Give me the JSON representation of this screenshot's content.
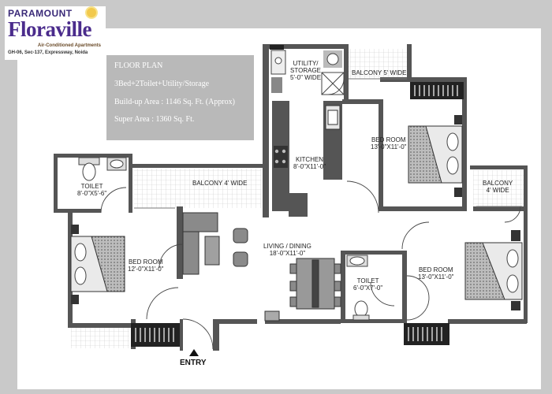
{
  "brand": {
    "name_top": "PARAMOUNT",
    "name_main": "Floraville",
    "tagline": "Air-Conditioned Apartments",
    "address": "GH-06, Sec-137, Expressway, Noida",
    "logo_icon": "sun-flower-icon"
  },
  "info": {
    "heading": "FLOOR PLAN",
    "config": "3Bed+2Toilet+Utility/Storage",
    "buildup": "Build-up Area : 1146 Sq. Ft. (Approx)",
    "super": "Super Area : 1360 Sq. Ft."
  },
  "rooms": {
    "utility_name": "UTILITY/",
    "utility_name2": "STORAGE",
    "utility_size": "5'-0\" WIDE",
    "balcony_top": "BALCONY 5' WIDE",
    "kitchen_name": "KITCHEN",
    "kitchen_size": "8'-0\"X11'-0\"",
    "bed1_name": "BED ROOM",
    "bed1_size": "13'-0\"X11'-0\"",
    "toilet1_name": "TOILET",
    "toilet1_size": "8'-0\"X5'-6\"",
    "balcony_left": "BALCONY 4' WIDE",
    "balcony_right": "BALCONY",
    "balcony_right_size": "4' WIDE",
    "bed2_name": "BED ROOM",
    "bed2_size": "12'-0\"X11'-0\"",
    "living_name": "LIVING / DINING",
    "living_size": "18'-0\"X11'-0\"",
    "toilet2_name": "TOILET",
    "toilet2_size": "6'-0\"X7'-0\"",
    "bed3_name": "BED ROOM",
    "bed3_size": "13'-0\"X11'-0\""
  },
  "entry": "ENTRY"
}
